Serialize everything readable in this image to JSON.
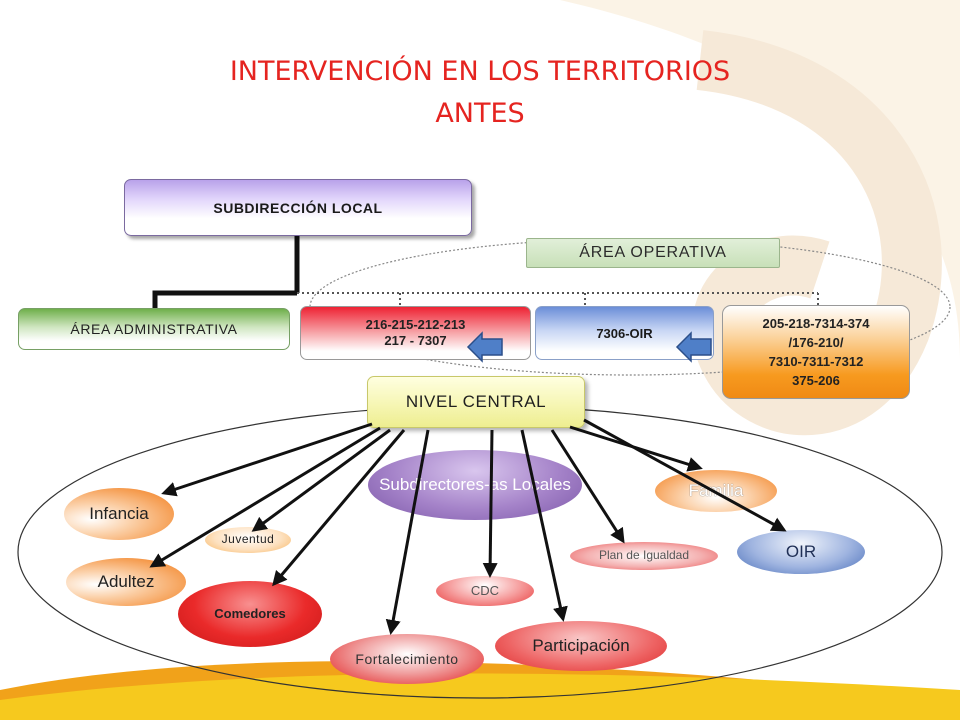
{
  "title": {
    "line1": "INTERVENCIÓN EN LOS TERRITORIOS",
    "line2": "ANTES"
  },
  "org": {
    "subdireccion_local": "SUBDIRECCIÓN LOCAL",
    "area_operativa": "ÁREA OPERATIVA",
    "area_administrativa": "ÁREA ADMINISTRATIVA",
    "red_box": {
      "line1": "216-215-212-213",
      "line2": "217 - 7307"
    },
    "blue_box": "7306-OIR",
    "orange_box": {
      "line1": "205-218-7314-374",
      "line2": "/176-210/",
      "line3": "7310-7311-7312",
      "line4": "375-206"
    },
    "nivel_central": "NIVEL CENTRAL"
  },
  "programs": {
    "infancia": "Infancia",
    "adultez": "Adultez",
    "juventud": "Juventud",
    "comedores": "Comedores",
    "subdirectores": "Subdirectores-as Locales",
    "familia": "Familia",
    "oir": "OIR",
    "plan_igualdad": "Plan de Igualdad",
    "cdc": "CDC",
    "participacion": "Participación",
    "fortalecimiento": "Fortalecimiento"
  },
  "colors": {
    "title": "#e52420",
    "decor_yellow": "#f6c91e",
    "decor_orange": "#f1a21a"
  }
}
